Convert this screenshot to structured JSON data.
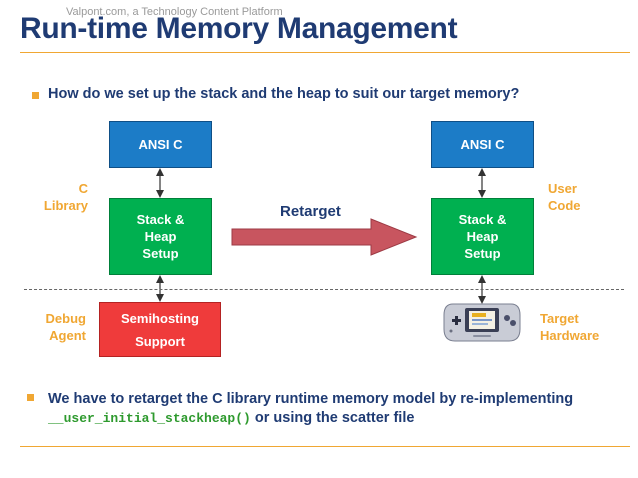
{
  "header": {
    "watermark": "Valpont.com, a Technology Content Platform",
    "title": "Run-time Memory Management"
  },
  "question": "How do we set up the stack and the heap to suit our target memory?",
  "diagram": {
    "left": {
      "top_box": "ANSI C",
      "mid_box": [
        "Stack &",
        "Heap",
        "Setup"
      ],
      "bottom_box": [
        "Semihosting",
        "Support"
      ],
      "label_top": [
        "C",
        "Library"
      ],
      "label_bottom": [
        "Debug",
        "Agent"
      ]
    },
    "right": {
      "top_box": "ANSI C",
      "mid_box": [
        "Stack &",
        "Heap",
        "Setup"
      ],
      "device_icon": "game-boy-advance-icon",
      "label_top": [
        "User",
        "Code"
      ],
      "label_bottom": [
        "Target",
        "Hardware"
      ]
    },
    "arrow_label": "Retarget"
  },
  "answer": {
    "line1": "We have to retarget the C library runtime memory model by re-implementing",
    "code": "__user_initial_stackheap()",
    "line2_rest": " or using the scatter file"
  },
  "colors": {
    "title": "#1f3b73",
    "accent": "#f0a733",
    "ansi_box": "#1c7cc7",
    "setup_box": "#00b050",
    "semihosting_box": "#ef3b3b",
    "arrow": "#c8555f",
    "code": "#2e9a2e"
  }
}
